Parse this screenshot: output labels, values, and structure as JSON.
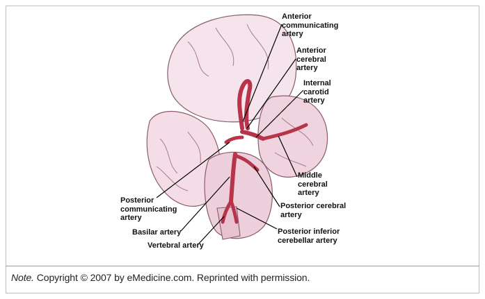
{
  "labels": {
    "anterior_communicating": "Anterior\ncommunicating\nartery",
    "anterior_cerebral": "Anterior\ncerebral\nartery",
    "internal_carotid": "Internal\ncarotid\nartery",
    "middle_cerebral": "Middle\ncerebral\nartery",
    "posterior_cerebral": "Posterior cerebral\nartery",
    "posterior_inferior_cerebellar": "Posterior inferior\ncerebellar artery",
    "posterior_communicating": "Posterior\ncommunicating\nartery",
    "basilar": "Basilar artery",
    "vertebral": "Vertebral artery"
  },
  "note": {
    "lead": "Note.",
    "text": " Copyright © 2007 by eMedicine.com. Reprinted with permission."
  },
  "colors": {
    "brain": "#f4dde6",
    "brain_shadow": "#d9a9bb",
    "artery": "#b8344a",
    "artery_dark": "#7a1628",
    "leader": "#000000"
  }
}
